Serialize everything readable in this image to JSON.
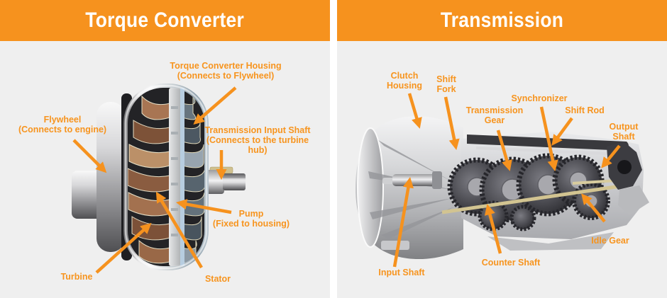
{
  "colors": {
    "accent_orange": "#F6921E",
    "label_orange": "#F7941E",
    "panel_background": "#EFEFEF",
    "divider": "#FFFFFF",
    "header_text": "#FFFFFF"
  },
  "panels": {
    "torque_converter": {
      "title": "Torque Converter",
      "labels": {
        "housing": {
          "lines": [
            "Torque Converter Housing",
            "(Connects to Flywheel)"
          ]
        },
        "flywheel": {
          "lines": [
            "Flywheel",
            "(Connects to engine)"
          ]
        },
        "input_shaft": {
          "lines": [
            "Transmission Input Shaft",
            "(Connects to the turbine",
            "hub)"
          ]
        },
        "pump": {
          "lines": [
            "Pump",
            "(Fixed to housing)"
          ]
        },
        "turbine": {
          "lines": [
            "Turbine"
          ]
        },
        "stator": {
          "lines": [
            "Stator"
          ]
        }
      }
    },
    "transmission": {
      "title": "Transmission",
      "labels": {
        "clutch_housing": {
          "lines": [
            "Clutch",
            "Housing"
          ]
        },
        "shift_fork": {
          "lines": [
            "Shift",
            "Fork"
          ]
        },
        "transmission_gear": {
          "lines": [
            "Transmission",
            "Gear"
          ]
        },
        "synchronizer": {
          "lines": [
            "Synchronizer"
          ]
        },
        "shift_rod": {
          "lines": [
            "Shift Rod"
          ]
        },
        "output_shaft": {
          "lines": [
            "Output",
            "Shaft"
          ]
        },
        "input_shaft": {
          "lines": [
            "Input Shaft"
          ]
        },
        "counter_shaft": {
          "lines": [
            "Counter Shaft"
          ]
        },
        "idle_gear": {
          "lines": [
            "Idle Gear"
          ]
        }
      }
    }
  }
}
